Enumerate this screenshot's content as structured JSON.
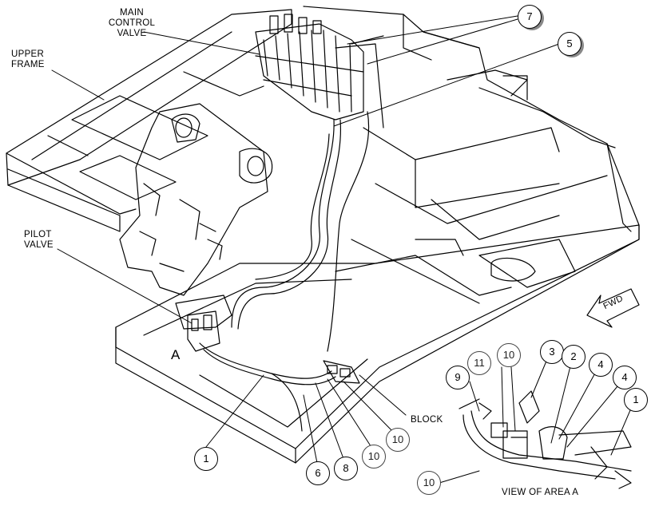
{
  "labels": {
    "main_control_valve": [
      "MAIN",
      "CONTROL",
      "VALVE"
    ],
    "upper_frame": [
      "UPPER",
      "FRAME"
    ],
    "pilot_valve": [
      "PILOT",
      "VALVE"
    ],
    "area": "A",
    "block": "BLOCK",
    "view_of_area": "VIEW OF AREA A",
    "fwd": "FWD"
  },
  "callouts": {
    "c7": "7",
    "c5": "5",
    "c1_main": "1",
    "c6": "6",
    "c8": "8",
    "c10_a": "10",
    "c10_b": "10",
    "c9": "9",
    "c11": "11",
    "c10_c": "10",
    "c3": "3",
    "c2": "2",
    "c4_a": "4",
    "c4_b": "4",
    "c1_detail": "1",
    "c10_d": "10"
  }
}
